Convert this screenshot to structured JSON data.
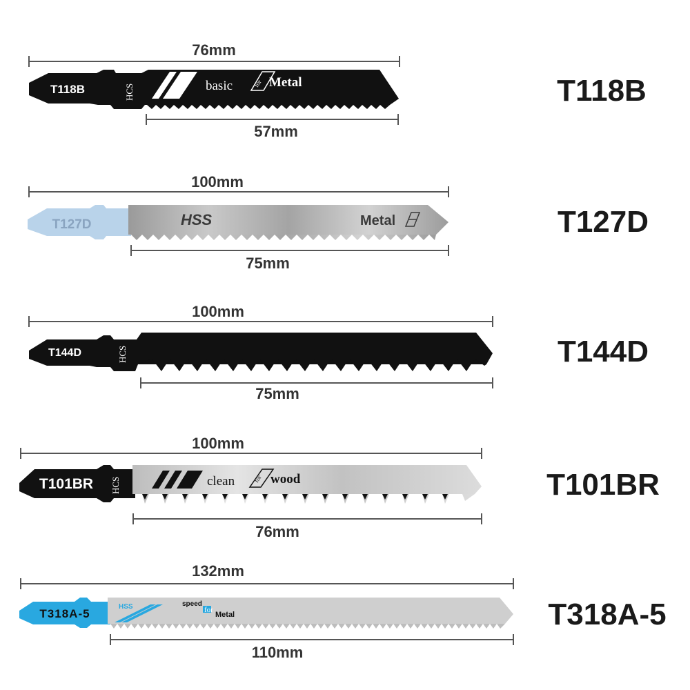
{
  "blades": [
    {
      "model": "T118B",
      "shank_code": "T118B",
      "steel": "HCS",
      "series": "basic",
      "for_text": "for",
      "material": "Metal",
      "total_length": "76mm",
      "cut_length": "57mm",
      "colors": {
        "shank": "#111111",
        "blade": "#111111",
        "text": "#ffffff"
      }
    },
    {
      "model": "T127D",
      "shank_code": "T127D",
      "steel": "HSS",
      "material": "Metal",
      "total_length": "100mm",
      "cut_length": "75mm",
      "colors": {
        "shank": "#b9d3ea",
        "blade": "#a9a9a9",
        "text": "#444444"
      }
    },
    {
      "model": "T144D",
      "shank_code": "T144D",
      "steel": "HCS",
      "total_length": "100mm",
      "cut_length": "75mm",
      "colors": {
        "shank": "#111111",
        "blade": "#111111",
        "text": "#ffffff"
      }
    },
    {
      "model": "T101BR",
      "shank_code": "T101BR",
      "steel": "HCS",
      "series": "clean",
      "for_text": "for",
      "material": "wood",
      "total_length": "100mm",
      "cut_length": "76mm",
      "colors": {
        "shank": "#111111",
        "blade": "#c8c8c8",
        "text": "#ffffff"
      }
    },
    {
      "model": "T318A-5",
      "shank_code": "T318A-5",
      "steel": "HSS",
      "series": "speed",
      "for_text": "for",
      "material": "Metal",
      "total_length": "132mm",
      "cut_length": "110mm",
      "colors": {
        "shank": "#29a8e0",
        "blade": "#cfcfcf",
        "text": "#111111"
      }
    }
  ]
}
